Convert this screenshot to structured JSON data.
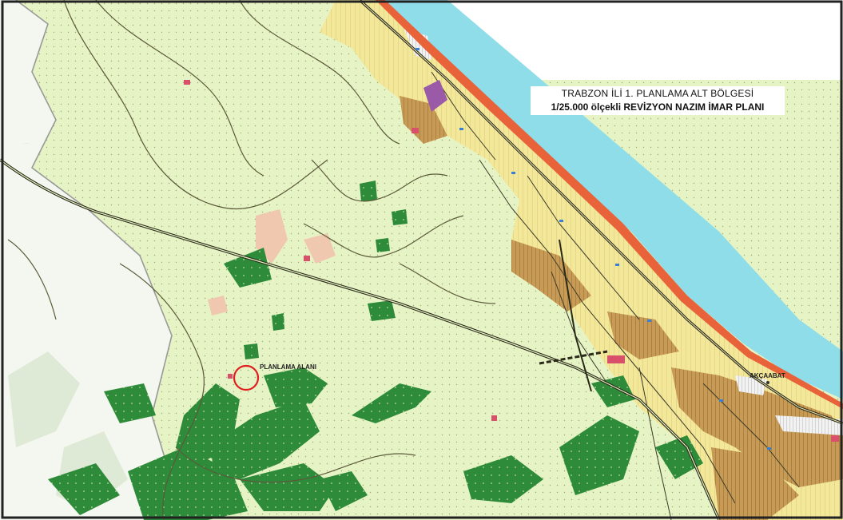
{
  "map": {
    "title_line1": "TRABZON İLİ 1. PLANLAMA ALT BÖLGESİ",
    "title_line2": "1/25.000 ölçekli REVİZYON NAZIM İMAR PLANI",
    "planning_area_label": "PLANLAMA ALANI",
    "town_label": "AKÇAABAT"
  },
  "colors": {
    "sea": "#8fdde8",
    "agricultural_land": "#e6f3c4",
    "forest": "#2e8b3a",
    "settlement_yellow": "#f3e79a",
    "settlement_brown": "#c79a55",
    "tourism_pink": "#f0c8b0",
    "highway": "#3a3a2a",
    "planning_circle": "#e02020",
    "frame": "#222222"
  },
  "legend_icons": [
    "planning-area-circle-icon",
    "town-center-dot-icon"
  ]
}
